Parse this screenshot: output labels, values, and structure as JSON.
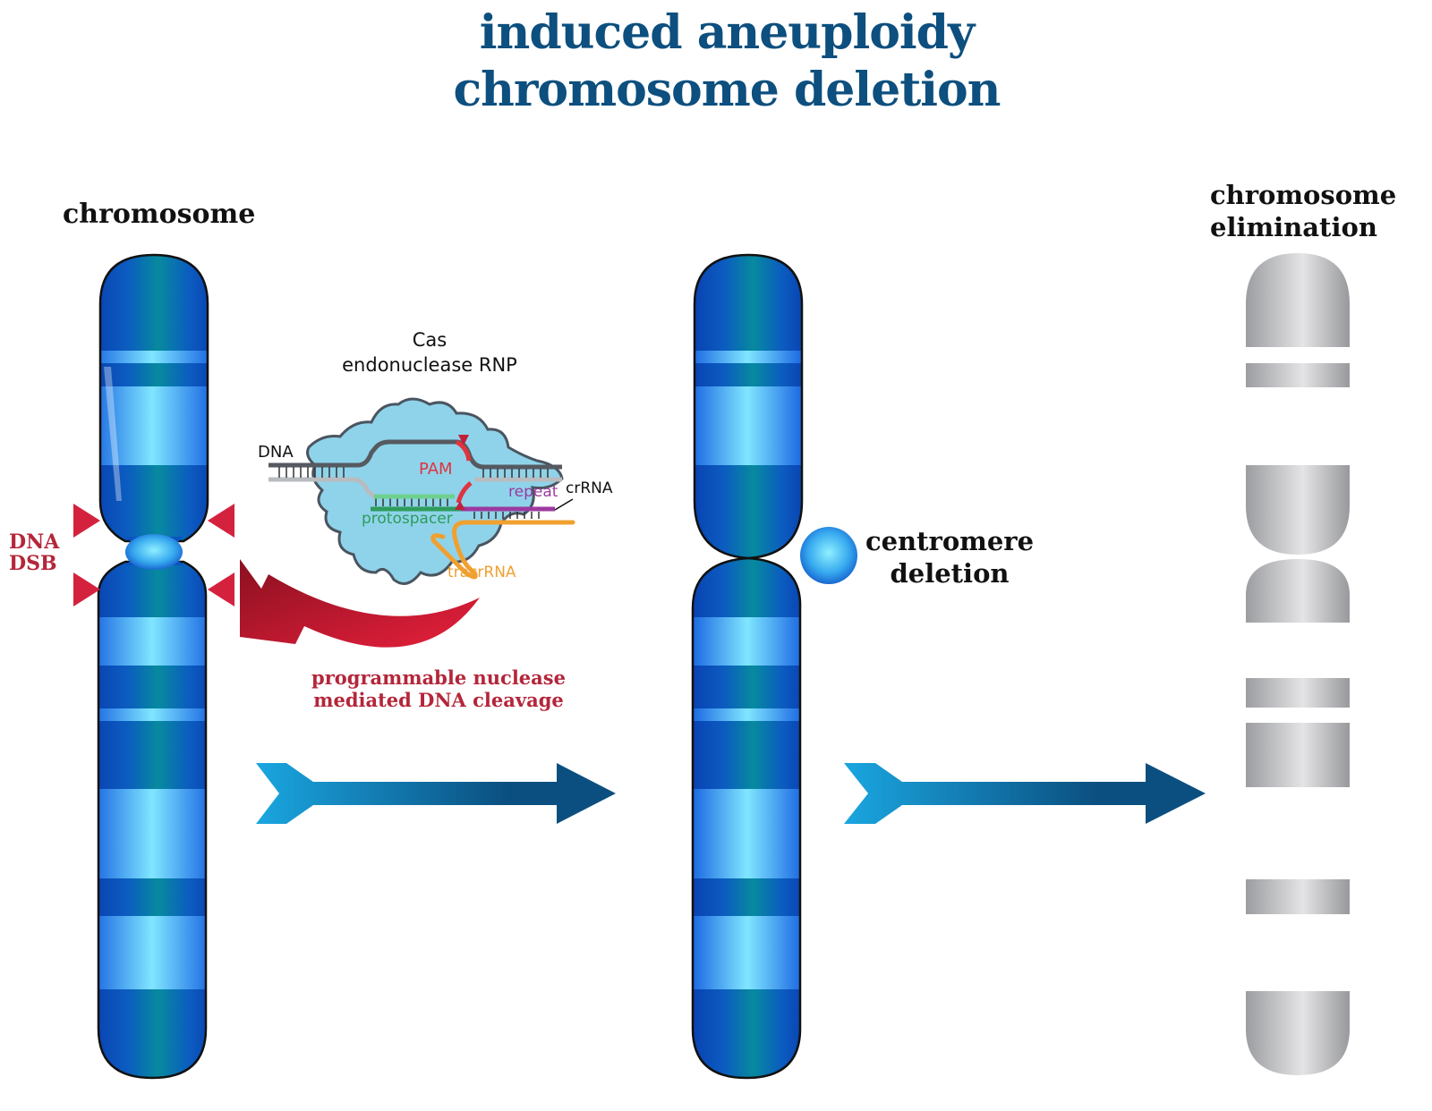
{
  "title": {
    "line1": "induced aneuploidy",
    "line2": "chromosome deletion"
  },
  "labels": {
    "chromosome": "chromosome",
    "dna_dsb_line1": "DNA",
    "dna_dsb_line2": "DSB",
    "cas_line1": "Cas",
    "cas_line2": "endonuclease RNP",
    "nuclease_line1": "programmable nuclease",
    "nuclease_line2": "mediated DNA cleavage",
    "centromere_line1": "centromere",
    "centromere_line2": "deletion",
    "elimination_line1": "chromosome",
    "elimination_line2": "elimination"
  },
  "rnp_labels": {
    "dna": "DNA",
    "pam": "PAM",
    "repeat": "repeat",
    "crrna": "crRNA",
    "protospacer": "protospacer",
    "tracrrna": "tracrRNA"
  },
  "colors": {
    "title": "#0d4f7e",
    "chromosome_dark": "#0a46b8",
    "chromosome_light": "#7fe3ff",
    "dsb_red": "#d4223e",
    "label_red": "#b4263a",
    "protein": "#8fd3ea",
    "fragment_gray": "#a8a8aa",
    "arrow_start": "#1aa3dd",
    "arrow_end": "#0b4f80",
    "pam": "#e0343e",
    "protospacer": "#2e9c5c",
    "repeat": "#9b3aa0",
    "tracrrna": "#f0a030"
  }
}
